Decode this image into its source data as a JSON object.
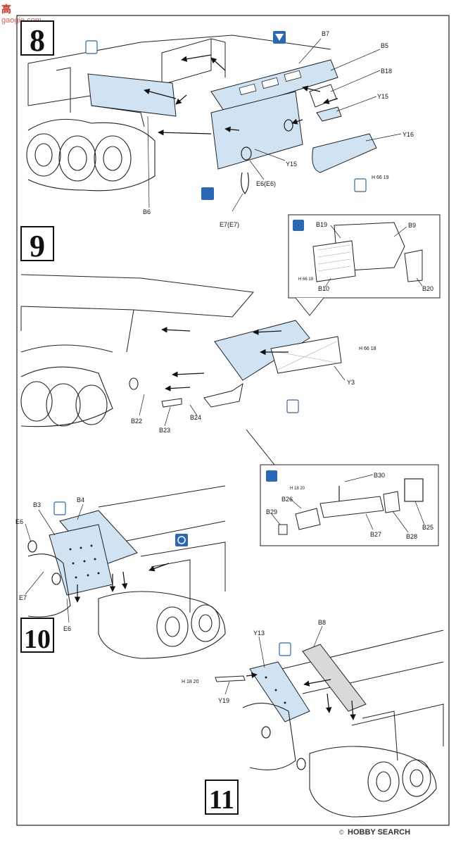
{
  "watermark_top": {
    "glyphs": "高",
    "pinyin": "gaogie.com"
  },
  "watermark_bottom": "HOBBY SEARCH",
  "watermark_bottom_copy": "©",
  "steps": [
    {
      "number": "8",
      "labels": [
        "B7",
        "B5",
        "B18",
        "Y15",
        "Y16",
        "Y15",
        "E6(E6)",
        "E7(E7)",
        "B6"
      ],
      "ref": "H 66 19"
    },
    {
      "number": "9",
      "labels": [
        "B19",
        "B9",
        "B10",
        "B20",
        "Y3",
        "B22",
        "B23",
        "B24"
      ],
      "ref_inset": "H 66 19",
      "ref_main": "H 66 18"
    },
    {
      "number": "10",
      "labels": [
        "B3",
        "B4",
        "E6",
        "E7",
        "E6"
      ]
    },
    {
      "number": "11",
      "labels": [
        "B8",
        "Y13",
        "Y19"
      ],
      "ref": "H 18 20"
    }
  ],
  "inset_11": {
    "labels": [
      "B30",
      "B26",
      "B29",
      "B27",
      "B28",
      "B25"
    ],
    "ref": "H 18 20"
  },
  "colors": {
    "part_fill": "#cfe3f3",
    "icon_blue": "#2a67b6",
    "ink": "#111111"
  }
}
